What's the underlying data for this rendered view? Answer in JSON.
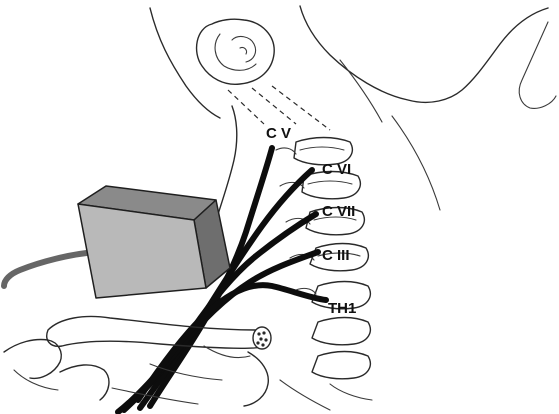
{
  "labels": {
    "c5": "C V",
    "c6": "C VI",
    "c7": "C VII",
    "c3": "C III",
    "th1": "TH1"
  },
  "colors": {
    "line": "#2a2a2a",
    "nerve": "#0d0d0d",
    "box_top": "#8a8a8a",
    "box_front": "#b9b9b9",
    "box_side": "#6e6e6e",
    "cable": "#666666",
    "label": "#111111"
  }
}
